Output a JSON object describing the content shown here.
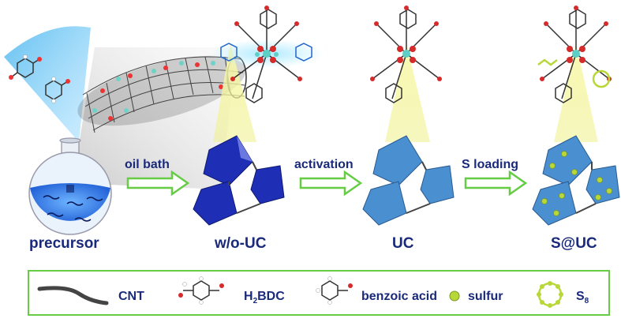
{
  "stages": {
    "precursor": "precursor",
    "wo_uc": "w/o-UC",
    "uc": "UC",
    "s_uc": "S@UC"
  },
  "steps": {
    "oil_bath": "oil bath",
    "activation": "activation",
    "s_loading": "S loading"
  },
  "legend": {
    "cnt": "CNT",
    "h2bdc_main": "H",
    "h2bdc_sub": "2",
    "h2bdc_rest": "BDC",
    "benzoic": "benzoic acid",
    "sulfur": "sulfur",
    "s8_main": "S",
    "s8_sub": "8"
  },
  "colors": {
    "label": "#1a2a7a",
    "arrow": "#66cc44",
    "octa_dark": "#1e2fb5",
    "octa_light": "#4a8fd0",
    "sulfur": "#b8d83a",
    "cone": "#f3f28a"
  }
}
